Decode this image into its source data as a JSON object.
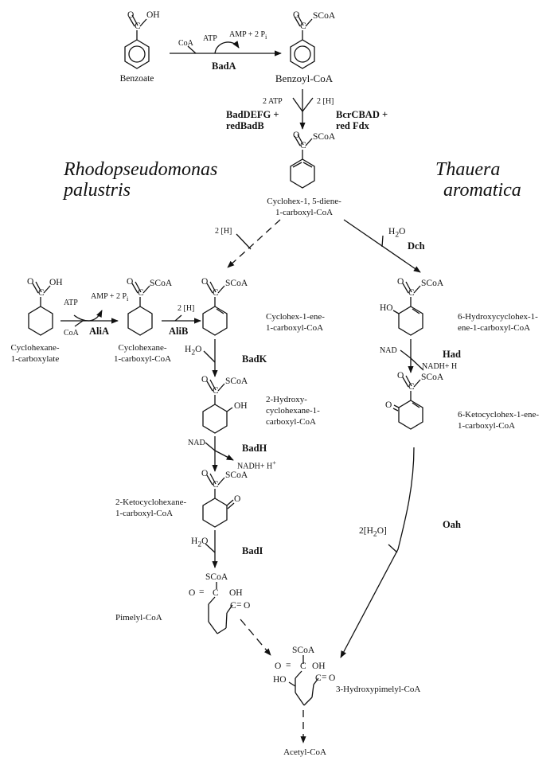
{
  "organisms": {
    "left": [
      "Rhodopseudomonas",
      "palustris"
    ],
    "right": [
      "Thauera",
      "aromatica"
    ]
  },
  "compounds": {
    "benzoate": "Benzoate",
    "benzoyl_coa": "Benzoyl-CoA",
    "diene": [
      "Cyclohex-1, 5-diene-",
      "1-carboxyl-CoA"
    ],
    "chc": [
      "Cyclohexane-",
      "1-carboxylate"
    ],
    "chc_coa": [
      "Cyclohexane-",
      "1-carboxyl-CoA"
    ],
    "ene": [
      "Cyclohex-1-ene-",
      "1-carboxyl-CoA"
    ],
    "hydroxy": [
      "2-Hydroxy-",
      "cyclohexane-1-",
      "carboxyl-CoA"
    ],
    "keto": [
      "2-Ketocyclohexane-",
      "1-carboxyl-CoA"
    ],
    "pimelyl": "Pimelyl-CoA",
    "ohene": [
      "6-Hydroxycyclohex-1-",
      "ene-1-carboxyl-CoA"
    ],
    "ketoene": [
      "6-Ketocyclohex-1-ene-",
      "1-carboxyl-CoA"
    ],
    "hpc": "3-Hydroxypimelyl-CoA",
    "acetyl": "Acetyl-CoA"
  },
  "enzymes": {
    "bada": "BadA",
    "badd": [
      "BadDEFG +",
      "redBadB"
    ],
    "bcr": [
      "BcrCBAD +",
      "red Fdx"
    ],
    "dch": "Dch",
    "alia": "AliA",
    "alib": "AliB",
    "badk": "BadK",
    "badh": "BadH",
    "badi": "BadI",
    "had": "Had",
    "oah": "Oah"
  },
  "cofactors": {
    "coa": "CoA",
    "atp": "ATP",
    "amp": "AMP + 2 P",
    "pi_sub": "i",
    "two_atp": "2 ATP",
    "two_h": "2 [H]",
    "h2o": "H",
    "h2o_sub": "2",
    "h2o_o": "O",
    "nad": "NAD",
    "nadh": "NADH+ H",
    "nadh_plus": "NADH+ H",
    "plus": "+",
    "bracket_h2o_pre": "2[H",
    "bracket_h2o_post": "O]"
  },
  "atoms": {
    "o": "O",
    "c": "C",
    "oh": "OH",
    "scoa": "SCoA",
    "ho": "HO"
  }
}
